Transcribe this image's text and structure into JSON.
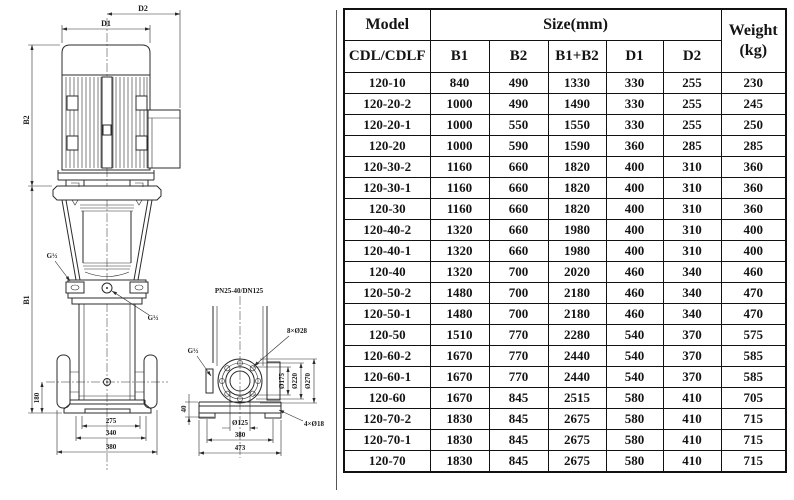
{
  "table": {
    "title_model": "Model",
    "title_size": "Size(mm)",
    "title_weight_line1": "Weight",
    "title_weight_line2": "(kg)",
    "model_series": "CDL/CDLF",
    "size_columns": [
      "B1",
      "B2",
      "B1+B2",
      "D1",
      "D2"
    ],
    "rows": [
      {
        "model": "120-10",
        "b1": "840",
        "b2": "490",
        "b1b2": "1330",
        "d1": "330",
        "d2": "255",
        "weight": "230"
      },
      {
        "model": "120-20-2",
        "b1": "1000",
        "b2": "490",
        "b1b2": "1490",
        "d1": "330",
        "d2": "255",
        "weight": "245"
      },
      {
        "model": "120-20-1",
        "b1": "1000",
        "b2": "550",
        "b1b2": "1550",
        "d1": "330",
        "d2": "255",
        "weight": "250"
      },
      {
        "model": "120-20",
        "b1": "1000",
        "b2": "590",
        "b1b2": "1590",
        "d1": "360",
        "d2": "285",
        "weight": "285"
      },
      {
        "model": "120-30-2",
        "b1": "1160",
        "b2": "660",
        "b1b2": "1820",
        "d1": "400",
        "d2": "310",
        "weight": "360"
      },
      {
        "model": "120-30-1",
        "b1": "1160",
        "b2": "660",
        "b1b2": "1820",
        "d1": "400",
        "d2": "310",
        "weight": "360"
      },
      {
        "model": "120-30",
        "b1": "1160",
        "b2": "660",
        "b1b2": "1820",
        "d1": "400",
        "d2": "310",
        "weight": "360"
      },
      {
        "model": "120-40-2",
        "b1": "1320",
        "b2": "660",
        "b1b2": "1980",
        "d1": "400",
        "d2": "310",
        "weight": "400"
      },
      {
        "model": "120-40-1",
        "b1": "1320",
        "b2": "660",
        "b1b2": "1980",
        "d1": "400",
        "d2": "310",
        "weight": "400"
      },
      {
        "model": "120-40",
        "b1": "1320",
        "b2": "700",
        "b1b2": "2020",
        "d1": "460",
        "d2": "340",
        "weight": "460"
      },
      {
        "model": "120-50-2",
        "b1": "1480",
        "b2": "700",
        "b1b2": "2180",
        "d1": "460",
        "d2": "340",
        "weight": "470"
      },
      {
        "model": "120-50-1",
        "b1": "1480",
        "b2": "700",
        "b1b2": "2180",
        "d1": "460",
        "d2": "340",
        "weight": "470"
      },
      {
        "model": "120-50",
        "b1": "1510",
        "b2": "770",
        "b1b2": "2280",
        "d1": "540",
        "d2": "370",
        "weight": "575"
      },
      {
        "model": "120-60-2",
        "b1": "1670",
        "b2": "770",
        "b1b2": "2440",
        "d1": "540",
        "d2": "370",
        "weight": "585"
      },
      {
        "model": "120-60-1",
        "b1": "1670",
        "b2": "770",
        "b1b2": "2440",
        "d1": "540",
        "d2": "370",
        "weight": "585"
      },
      {
        "model": "120-60",
        "b1": "1670",
        "b2": "845",
        "b1b2": "2515",
        "d1": "580",
        "d2": "410",
        "weight": "705"
      },
      {
        "model": "120-70-2",
        "b1": "1830",
        "b2": "845",
        "b1b2": "2675",
        "d1": "580",
        "d2": "410",
        "weight": "715"
      },
      {
        "model": "120-70-1",
        "b1": "1830",
        "b2": "845",
        "b1b2": "2675",
        "d1": "580",
        "d2": "410",
        "weight": "715"
      },
      {
        "model": "120-70",
        "b1": "1830",
        "b2": "845",
        "b1b2": "2675",
        "d1": "580",
        "d2": "410",
        "weight": "715"
      }
    ]
  },
  "drawing": {
    "front_view": {
      "dim_d2": "D2",
      "dim_d1": "D1",
      "dim_b2": "B2",
      "dim_b1": "B1",
      "dim_180": "180",
      "dim_275": "275",
      "dim_340": "340",
      "dim_380": "380",
      "plug_upper": "G½",
      "plug_center": "G½"
    },
    "flange_view": {
      "flange_spec": "PN25-40/DN125",
      "bolt_holes": "8×Ø28",
      "plug": "G½",
      "dia_175": "Ø175",
      "dia_220": "Ø220",
      "dia_270": "Ø270",
      "dim_40": "40",
      "dia_125": "Ø125",
      "dim_380": "380",
      "dim_473": "473",
      "base_holes": "4×Ø18"
    },
    "line_color": "#2b2b2b",
    "text_color": "#1a1a1a"
  }
}
